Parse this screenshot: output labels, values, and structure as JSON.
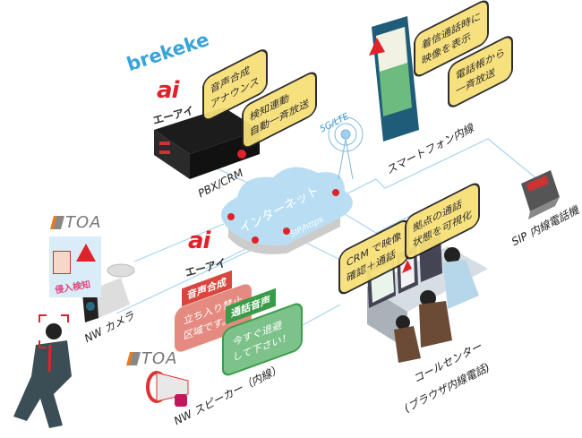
{
  "logos": {
    "brekeke": "brekeke",
    "ai": "ai",
    "ai_kana": "エーアイ",
    "toa": "TOA"
  },
  "pbx": {
    "label": "PBX/CRM",
    "bubbles": [
      [
        "音声合成",
        "アナウンス"
      ],
      [
        "検知連動",
        "自動一斉放送"
      ]
    ]
  },
  "cloud": {
    "label": "インターネット",
    "protocol": "SIP/https"
  },
  "tower": {
    "label": "5G/LTE"
  },
  "smartphone": {
    "label": "スマートフォン内線",
    "bubbles": [
      [
        "着信通話時に",
        "映像を表示"
      ],
      [
        "電話帳から",
        "一斉放送"
      ]
    ]
  },
  "sip_phone": {
    "label": "SIP 内線電話機"
  },
  "call_center": {
    "label": "コールセンター",
    "sublabel": "(ブラウザ内線電話)",
    "bubbles": [
      [
        "CRM で映像",
        "確認＋通話"
      ],
      [
        "拠点の通話",
        "状態を可視化"
      ]
    ]
  },
  "camera": {
    "label": "NW カメラ",
    "alert": "侵入検知"
  },
  "speaker": {
    "label": "NW スピーカー（内線）",
    "synth_tag": "音声合成",
    "synth_text": [
      "立ち入り禁止",
      "区域です。"
    ],
    "call_tag": "通話音声",
    "call_text": [
      "今すぐ退避",
      "して下さい！"
    ]
  },
  "colors": {
    "bubble": "#f7df78",
    "line": "#a8d4ee",
    "red": "#e0222a",
    "green": "#3a9c48",
    "cloud": "#b9def3"
  }
}
